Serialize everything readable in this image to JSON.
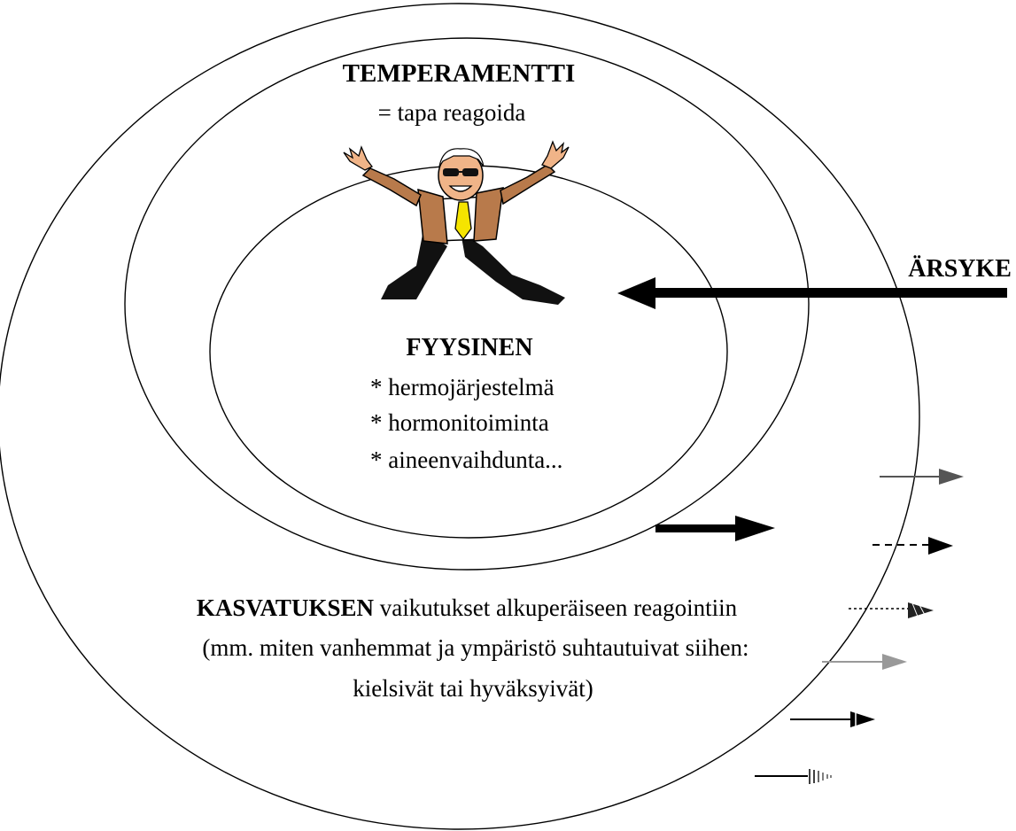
{
  "temperament": {
    "title": "TEMPERAMENTTI",
    "subtitle": "= tapa reagoida"
  },
  "physical": {
    "title": "FYYSINEN",
    "items": [
      "* hermojärjestelmä",
      "* hormonitoiminta",
      "* aineenvaihdunta..."
    ]
  },
  "stimulus": {
    "label": "ÄRSYKE"
  },
  "upbringing": {
    "title": "KASVATUKSEN",
    "line1_rest": "vaikutukset alkuperäiseen reagointiin",
    "line2": "(mm. miten vanhemmat ja ympäristö suhtautuivat siihen:",
    "line3": "kielsivät tai hyväksyivät)"
  },
  "figure": {
    "icon": "dancing-man-icon",
    "colors": {
      "jacket": "#b87a4b",
      "tie": "#f5e400",
      "trousers": "#111111",
      "skin": "#f0b488"
    }
  },
  "colors": {
    "line": "#000000",
    "arrow_dark_gray": "#555555",
    "arrow_light_gray": "#999999"
  }
}
